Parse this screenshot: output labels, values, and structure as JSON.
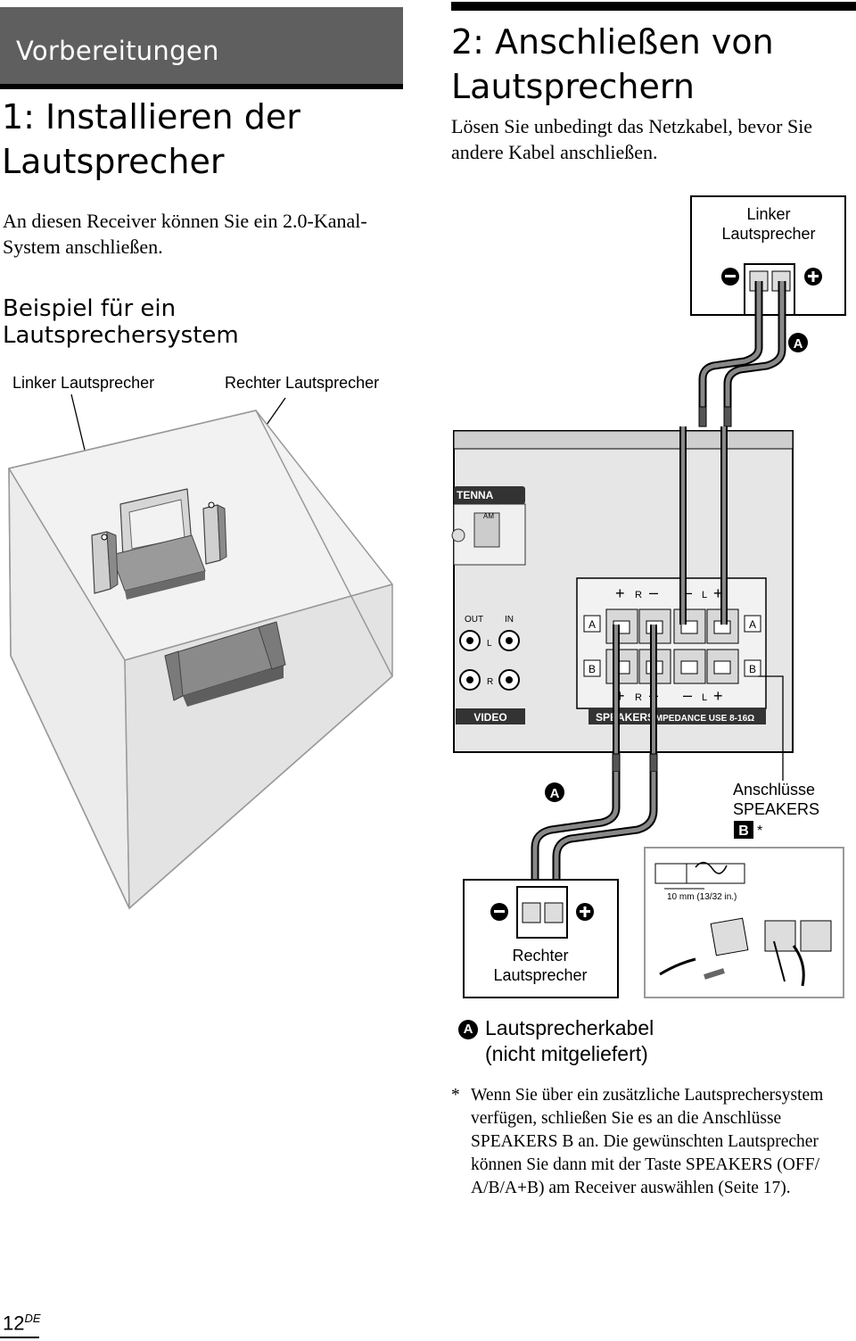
{
  "left": {
    "section": "Vorbereitungen",
    "title": "1: Installieren der Lautsprecher",
    "intro": "An diesen Receiver können Sie ein 2.0-Kanal-System anschließen.",
    "example_heading": "Beispiel für ein Lautsprechersystem",
    "label_left_speaker": "Linker Lautsprecher",
    "label_right_speaker": "Rechter Lautsprecher"
  },
  "right": {
    "title": "2: Anschließen von Lautsprechern",
    "intro": "Lösen Sie unbedingt das Netzkabel, bevor Sie andere Kabel anschließen.",
    "diagram": {
      "left_speaker_line1": "Linker",
      "left_speaker_line2": "Lautsprecher",
      "callout_a": "A",
      "antenna_label": "TENNA",
      "am_label": "AM",
      "out_label": "OUT",
      "in_label": "IN",
      "l_label": "L",
      "r_label": "R",
      "video_label": "VIDEO",
      "speakers_label": "SPEAKERS",
      "impedance_label": "IMPEDANCE USE 8-16Ω",
      "terminal_a": "A",
      "terminal_b": "B",
      "terminals_line1": "Anschlüsse",
      "terminals_line2": "SPEAKERS",
      "terminals_b": "B",
      "terminals_star": "*",
      "strip_measure": "10 mm (13/32 in.)",
      "right_speaker_line1": "Rechter",
      "right_speaker_line2": "Lautsprecher"
    },
    "legend_key": "A",
    "legend_line1": "Lautsprecherkabel",
    "legend_line2": "(nicht mitgeliefert)",
    "footnote_star": "*",
    "footnote": "Wenn Sie über ein zusätzliche Lautsprechersystem verfügen, schließen Sie es an die Anschlüsse SPEAKERS B an. Die gewünschten Lautsprecher können Sie dann mit der Taste SPEAKERS (OFF/ A/B/A+B) am Receiver auswählen (Seite 17)."
  },
  "page": {
    "number": "12",
    "suffix": "DE"
  }
}
